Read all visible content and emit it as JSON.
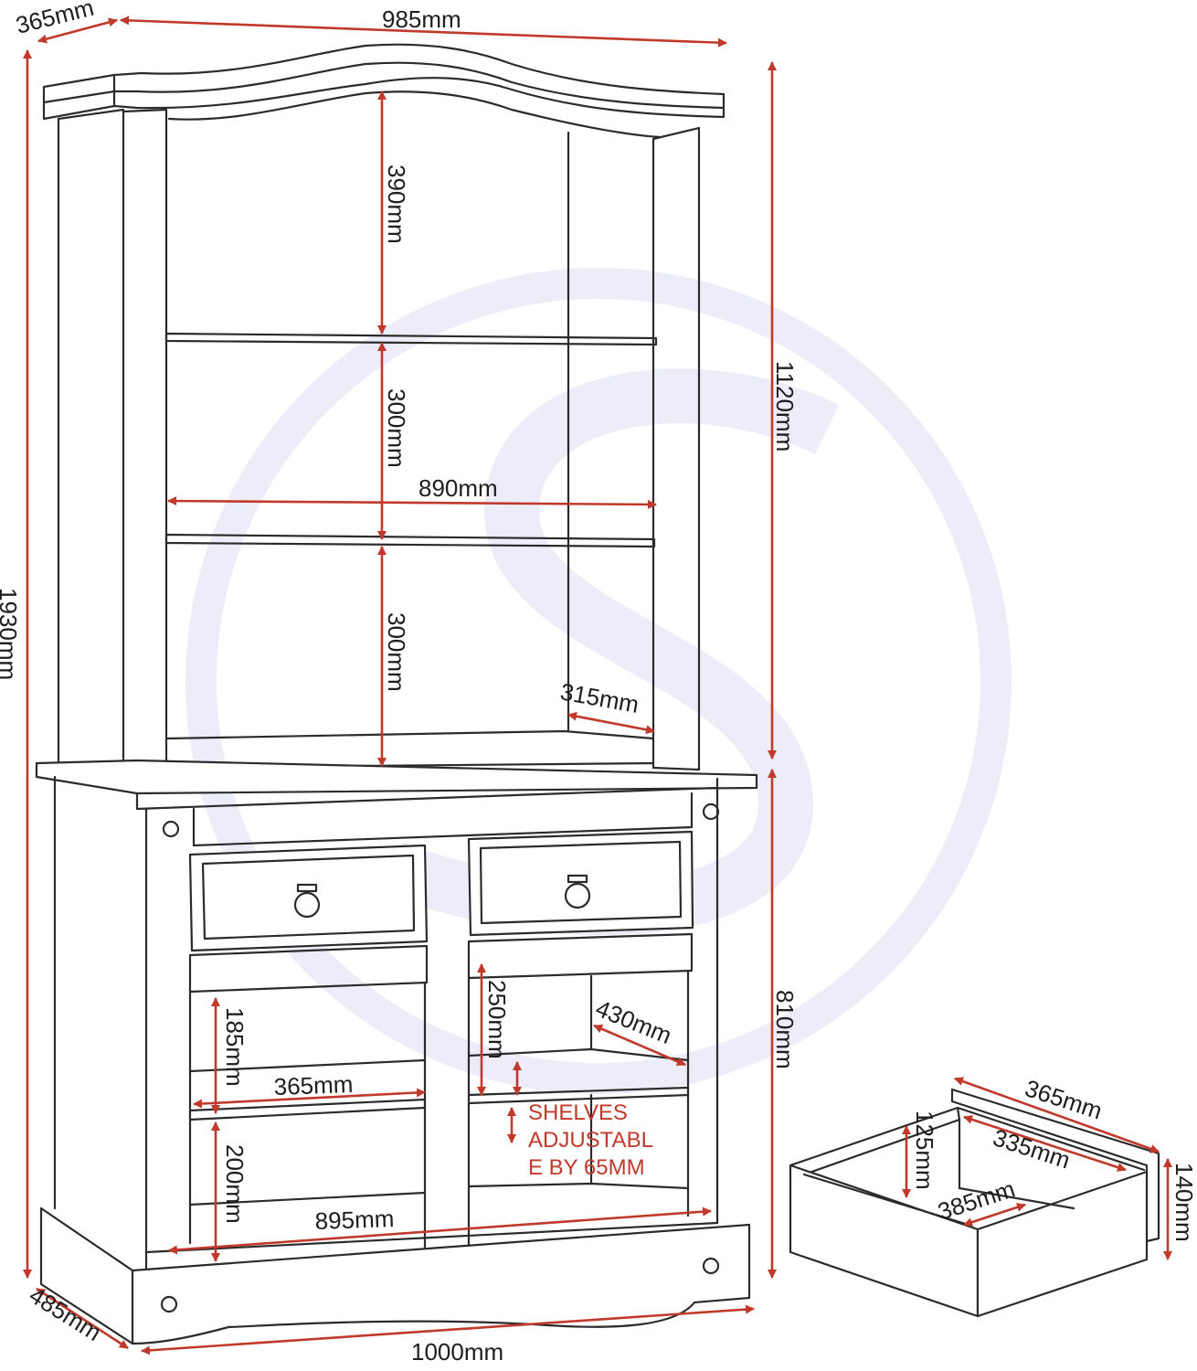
{
  "dimensions": {
    "top_depth": "365mm",
    "top_width": "985mm",
    "shelf1_height": "390mm",
    "shelf2_height": "300mm",
    "shelf3_height": "300mm",
    "hutch_inner_width": "890mm",
    "hutch_depth": "315mm",
    "hutch_height": "1120mm",
    "total_height": "1930mm",
    "base_height": "810mm",
    "base_depth": "485mm",
    "base_width": "1000mm",
    "left_cupboard_upper": "185mm",
    "left_cupboard_width": "365mm",
    "left_cupboard_lower": "200mm",
    "right_cupboard_height": "250mm",
    "right_cupboard_depth": "430mm",
    "base_inner_width": "895mm",
    "drawer_outer_width": "365mm",
    "drawer_inner_width": "335mm",
    "drawer_inner_height": "125mm",
    "drawer_inner_depth": "385mm",
    "drawer_height": "140mm"
  },
  "note": {
    "line1": "SHELVES",
    "line2": "ADJUSTABL",
    "line3": "E BY 65MM"
  },
  "colors": {
    "dimension_arrow": "#c0392b",
    "outline": "#2b2b2b",
    "watermark": "#6b73c9"
  }
}
